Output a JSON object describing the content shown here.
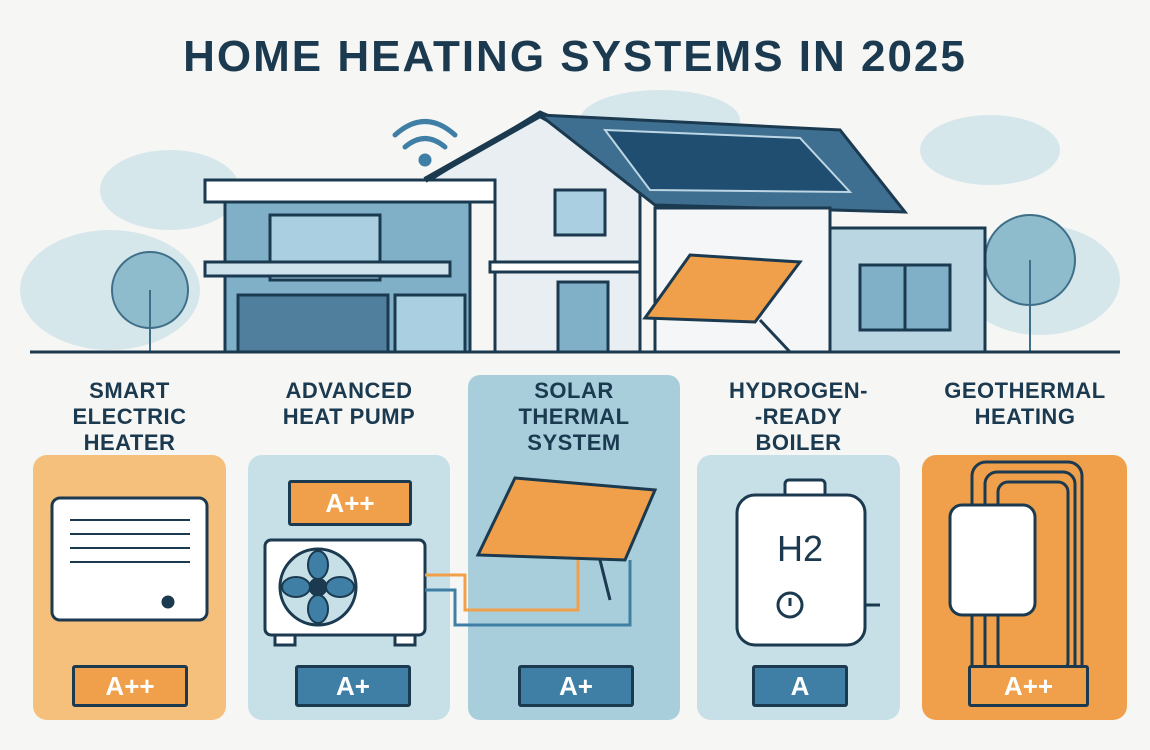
{
  "title": "HOME HEATING SYSTEMS IN 2025",
  "systems": [
    {
      "name": "SMART ELECTRIC HEATER",
      "lines": [
        "SMART",
        "ELECTRIC",
        "HEATER"
      ],
      "rating": "A++"
    },
    {
      "name": "ADVANCED HEAT PUMP",
      "lines": [
        "ADVANCED",
        "HEAT PUMP"
      ],
      "rating": "A+",
      "top_badge": "A++"
    },
    {
      "name": "SOLAR THERMAL SYSTEM",
      "lines": [
        "SOLAR",
        "THERMAL",
        "SYSTEM"
      ],
      "rating": "A+"
    },
    {
      "name": "HYDROGEN-READY BOILER",
      "lines": [
        "HYDROGEN-",
        "-READY",
        "BOILER"
      ],
      "rating": "A",
      "device_label": "H2"
    },
    {
      "name": "GEOTHERMAL HEATING",
      "lines": [
        "GEOTHERMAL",
        "HEATING"
      ],
      "rating": "A++"
    }
  ],
  "colors": {
    "navy": "#1b3a50",
    "orange": "#f0a04a",
    "light_orange": "#f5bf7c",
    "blue": "#3f7fa6",
    "light_blue": "#c7dfe6",
    "panel_blue": "#a8cedb"
  }
}
